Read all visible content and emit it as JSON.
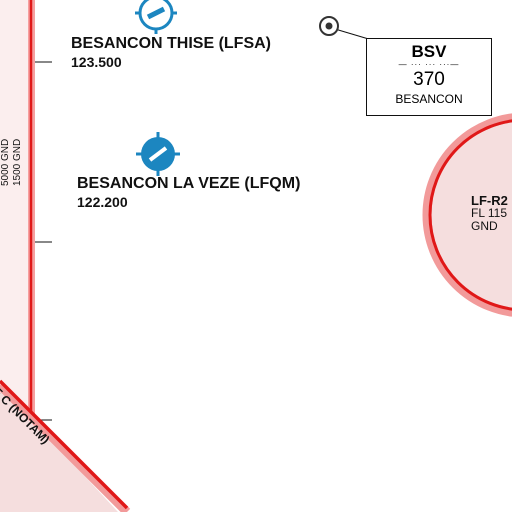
{
  "airports": [
    {
      "name": "BESANCON THISE (LFSA)",
      "frequency": "123.500"
    },
    {
      "name": "BESANCON LA VEZE (LFQM)",
      "frequency": "122.200"
    }
  ],
  "navaid": {
    "ident": "BSV",
    "morse": "— ··· ··· ···—",
    "frequency": "370",
    "name": "BESANCON"
  },
  "restricted_zone": {
    "id": "LF-R2",
    "upper": "FL 115",
    "lower": "GND"
  },
  "boundary_altitudes": [
    "5000 GND",
    "1500 GND"
  ],
  "zone_label": "E C (NOTAM)",
  "colors": {
    "airspace_red": "#e01818",
    "airspace_fill": "#f5dede",
    "airport_blue": "#1c86c0"
  }
}
